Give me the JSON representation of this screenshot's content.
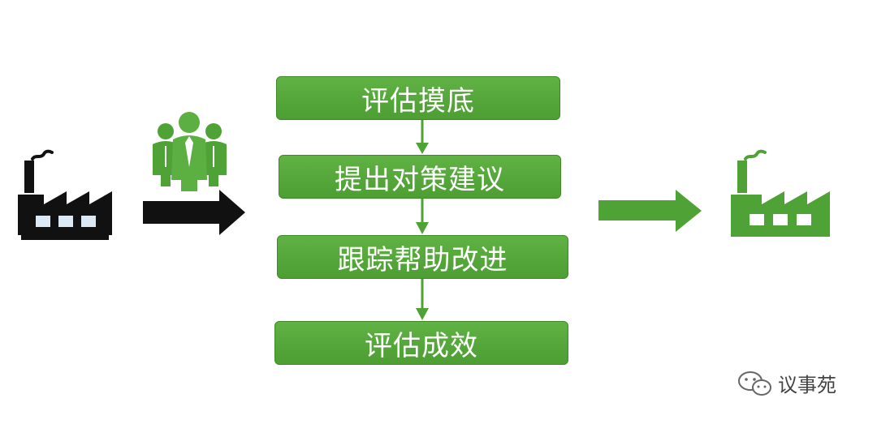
{
  "steps": [
    {
      "label": "评估摸底"
    },
    {
      "label": "提出对策建议"
    },
    {
      "label": "跟踪帮助改进"
    },
    {
      "label": "评估成效"
    }
  ],
  "watermark": {
    "text": "议事苑",
    "icon": "wechat-icon"
  },
  "colors": {
    "green": "#4fa336",
    "black": "#111111",
    "window_blue": "#dbe9f5"
  },
  "icons": [
    "factory-icon-before",
    "consultant-team-icon",
    "factory-icon-after"
  ]
}
